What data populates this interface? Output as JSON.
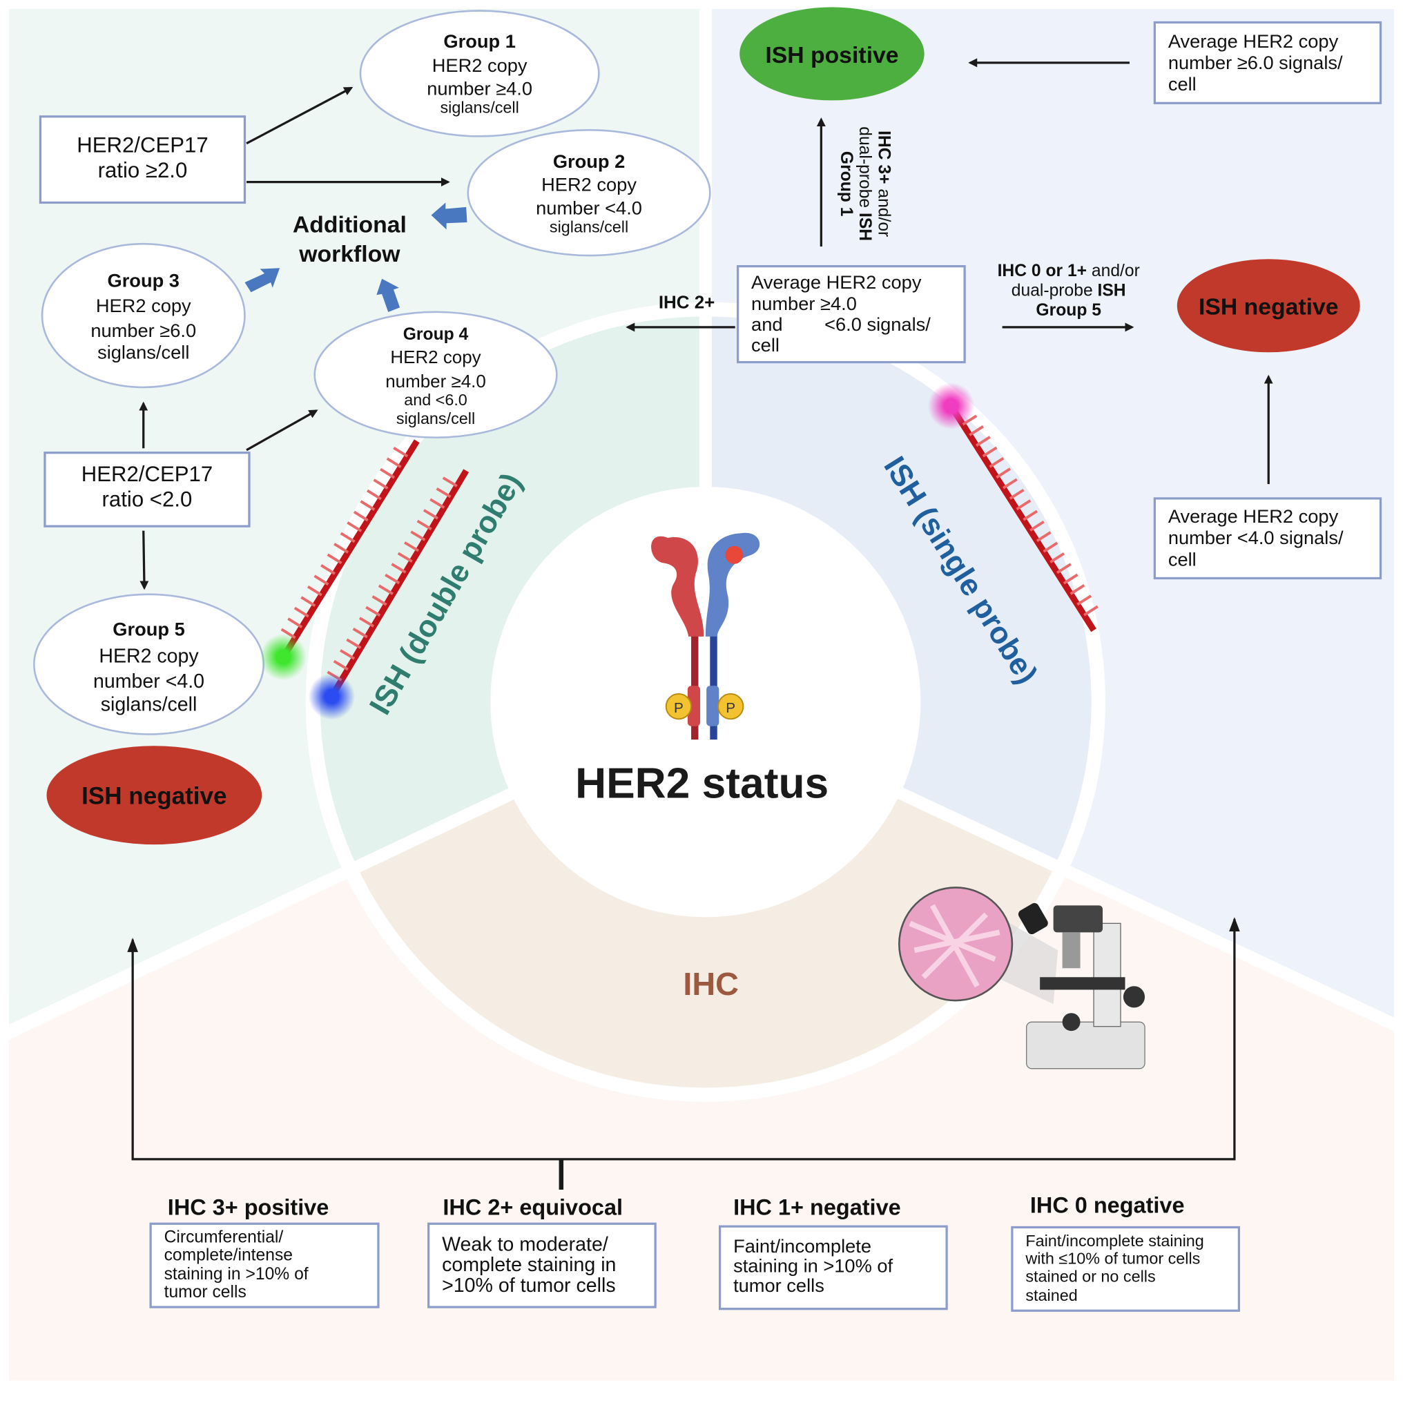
{
  "center": {
    "title": "HER2 status",
    "ihc_label": "IHC",
    "receptor_labels": [
      "P",
      "P"
    ]
  },
  "double_probe": {
    "label": "ISH (double probe)",
    "ratio_high": [
      "HER2/CEP17",
      "ratio ≥2.0"
    ],
    "ratio_low": [
      "HER2/CEP17",
      "ratio <2.0"
    ],
    "additional_workflow": [
      "Additional",
      "workflow"
    ],
    "groups": [
      {
        "title": "Group 1",
        "lines": [
          "HER2 copy",
          "number ≥4.0",
          "siglans/cell"
        ]
      },
      {
        "title": "Group 2",
        "lines": [
          "HER2 copy",
          "number <4.0",
          "siglans/cell"
        ]
      },
      {
        "title": "Group 3",
        "lines": [
          "HER2 copy",
          "number ≥6.0",
          "siglans/cell"
        ]
      },
      {
        "title": "Group 4",
        "lines": [
          "HER2 copy",
          "number ≥4.0",
          "and <6.0",
          "siglans/cell"
        ]
      },
      {
        "title": "Group 5",
        "lines": [
          "HER2 copy",
          "number <4.0",
          "siglans/cell"
        ]
      }
    ],
    "ish_negative": "ISH negative"
  },
  "single_probe": {
    "label": "ISH (single probe)",
    "ish_positive": "ISH positive",
    "ish_negative": "ISH negative",
    "box_high": [
      "Average HER2 copy",
      "number ≥6.0 signals/",
      "cell"
    ],
    "box_mid": [
      "Average HER2 copy",
      "number ≥4.0",
      "and        <6.0 signals/",
      "cell"
    ],
    "box_low": [
      "Average HER2 copy",
      "number <4.0 signals/",
      "cell"
    ],
    "ihc2_label": "IHC 2+",
    "to_positive": {
      "bold1": "IHC 3+",
      "rest1": " and/or",
      "rest2": "dual-probe ",
      "bold2": "ISH",
      "bold3": "Group 1"
    },
    "to_negative": {
      "bold1": "IHC 0 or 1+",
      "rest1": " and/or",
      "rest2": "dual-probe ",
      "bold2": "ISH",
      "bold3": "Group 5"
    }
  },
  "ihc": {
    "categories": [
      {
        "title": "IHC 3+ positive",
        "lines": [
          "Circumferential/",
          "complete/intense",
          "staining in >10% of",
          "tumor cells"
        ]
      },
      {
        "title": "IHC 2+ equivocal",
        "lines": [
          "Weak to moderate/",
          "complete staining in",
          ">10% of tumor cells"
        ]
      },
      {
        "title": "IHC 1+ negative",
        "lines": [
          "Faint/incomplete",
          "staining in >10% of",
          "tumor cells"
        ]
      },
      {
        "title": "IHC 0 negative",
        "lines": [
          "Faint/incomplete staining",
          "with ≤10% of tumor cells",
          "stained or no cells",
          "stained"
        ]
      }
    ]
  },
  "colors": {
    "ish_positive": "#4caf3f",
    "ish_negative": "#c0392b",
    "probe": "#c0141a",
    "double_probe_text": "#2e7d6e",
    "single_probe_text": "#1f5f9e",
    "ihc_text": "#9b5a40",
    "bg_double": "#eef7f3",
    "bg_single": "#eef2fa",
    "bg_ihc": "#fdf6f2"
  }
}
